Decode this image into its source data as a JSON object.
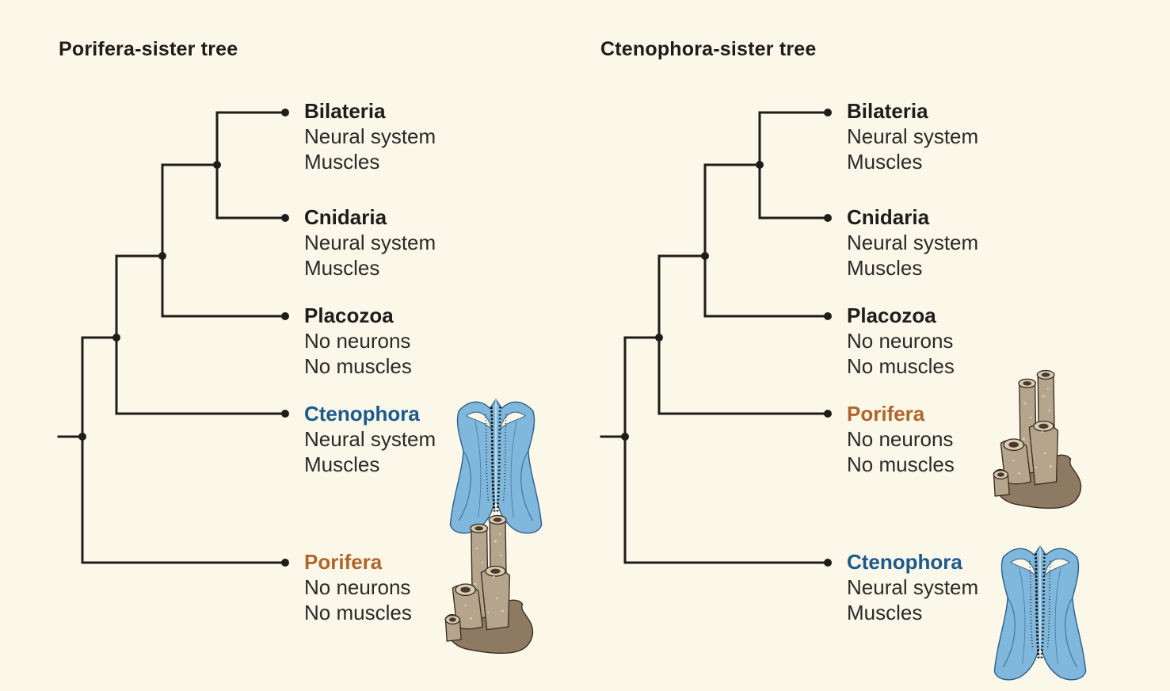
{
  "panels": [
    {
      "title": "Porifera-sister tree",
      "taxa": [
        {
          "name": "Bilateria",
          "traits": [
            "Neural system",
            "Muscles"
          ],
          "color": "#1d1d1b"
        },
        {
          "name": "Cnidaria",
          "traits": [
            "Neural system",
            "Muscles"
          ],
          "color": "#1d1d1b"
        },
        {
          "name": "Placozoa",
          "traits": [
            "No neurons",
            "No muscles"
          ],
          "color": "#1d1d1b"
        },
        {
          "name": "Ctenophora",
          "traits": [
            "Neural system",
            "Muscles"
          ],
          "color": "#1b5a8c"
        },
        {
          "name": "Porifera",
          "traits": [
            "No neurons",
            "No muscles"
          ],
          "color": "#b0662a"
        }
      ]
    },
    {
      "title": "Ctenophora-sister tree",
      "taxa": [
        {
          "name": "Bilateria",
          "traits": [
            "Neural system",
            "Muscles"
          ],
          "color": "#1d1d1b"
        },
        {
          "name": "Cnidaria",
          "traits": [
            "Neural system",
            "Muscles"
          ],
          "color": "#1d1d1b"
        },
        {
          "name": "Placozoa",
          "traits": [
            "No neurons",
            "No muscles"
          ],
          "color": "#1d1d1b"
        },
        {
          "name": "Porifera",
          "traits": [
            "No neurons",
            "No muscles"
          ],
          "color": "#b0662a"
        },
        {
          "name": "Ctenophora",
          "traits": [
            "Neural system",
            "Muscles"
          ],
          "color": "#1b5a8c"
        }
      ]
    }
  ],
  "colors": {
    "background": "#fbf7e9",
    "branch": "#1d1d1b",
    "ctenophora": "#1b5a8c",
    "porifera": "#b0662a",
    "sponge": "#b5a58d",
    "comb_jelly": "#7fb8dc"
  },
  "icons": [
    "comb-jelly-icon",
    "sponge-icon"
  ]
}
